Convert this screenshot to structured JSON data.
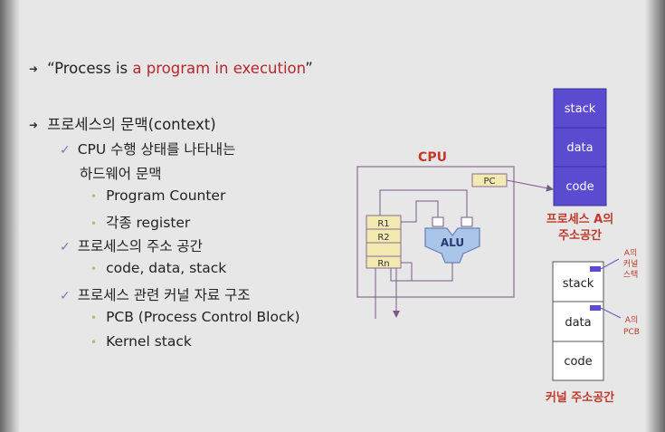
{
  "main_bullets": [
    {
      "prefix": "“Process is ",
      "highlight": "a program in execution",
      "suffix": "”"
    },
    {
      "text": "프로세스의 문맥(context)"
    }
  ],
  "sub_bullets": {
    "hw_context_line1": "CPU 수행 상태를 나타내는",
    "hw_context_line2": "하드웨어 문맥",
    "program_counter": "Program Counter",
    "registers": "각종 register",
    "address_space": "프로세스의 주소 공간",
    "address_items": "code, data, stack",
    "kernel_ds": "프로세스 관련 커널 자료 구조",
    "pcb": "PCB (Process Control Block)",
    "kernel_stack": "Kernel stack"
  },
  "diagram": {
    "cpu_label": "CPU",
    "pc_label": "PC",
    "registers": [
      "R1",
      "R2",
      "Rn"
    ],
    "alu_label": "ALU",
    "process_space": {
      "segments": [
        "stack",
        "data",
        "code"
      ],
      "caption_line1": "프로세스 A의",
      "caption_line2": "주소공간"
    },
    "kernel_space": {
      "segments": [
        "stack",
        "data",
        "code"
      ],
      "caption": "커널 주소공간",
      "kernel_stack_note": [
        "A의",
        "커널",
        "스택"
      ],
      "pcb_note": [
        "A의",
        "PCB"
      ]
    }
  },
  "colors": {
    "process_box": "#5a4bd1",
    "cpu_outline": "#8b6a93",
    "caption_red": "#c0392b",
    "pc_fill": "#f3eab2",
    "alu_fill": "#a9c6ea"
  }
}
